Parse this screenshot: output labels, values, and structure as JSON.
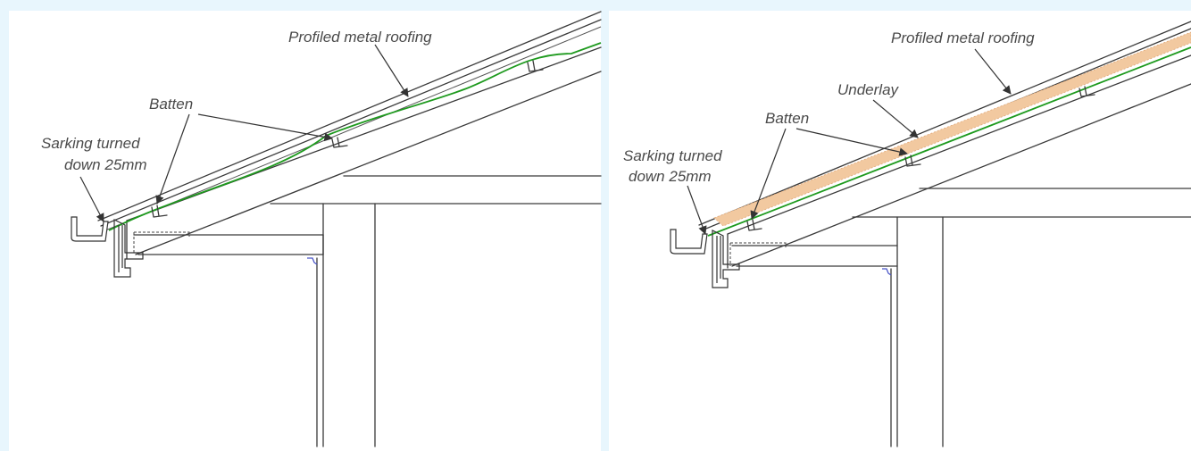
{
  "colors": {
    "background": "#e8f6fd",
    "panel": "#ffffff",
    "sarking": "#1e9a1e",
    "underlay_fill": "#f2c9a0",
    "line": "#3a3a3a",
    "gutter_bracket": "#4a56c8"
  },
  "left_panel": {
    "labels": {
      "roofing": "Profiled metal roofing",
      "batten": "Batten",
      "sarking_line1": "Sarking turned",
      "sarking_line2": "down 25mm"
    }
  },
  "right_panel": {
    "labels": {
      "roofing": "Profiled metal roofing",
      "underlay": "Underlay",
      "batten": "Batten",
      "sarking_line1": "Sarking turned",
      "sarking_line2": "down 25mm"
    }
  }
}
